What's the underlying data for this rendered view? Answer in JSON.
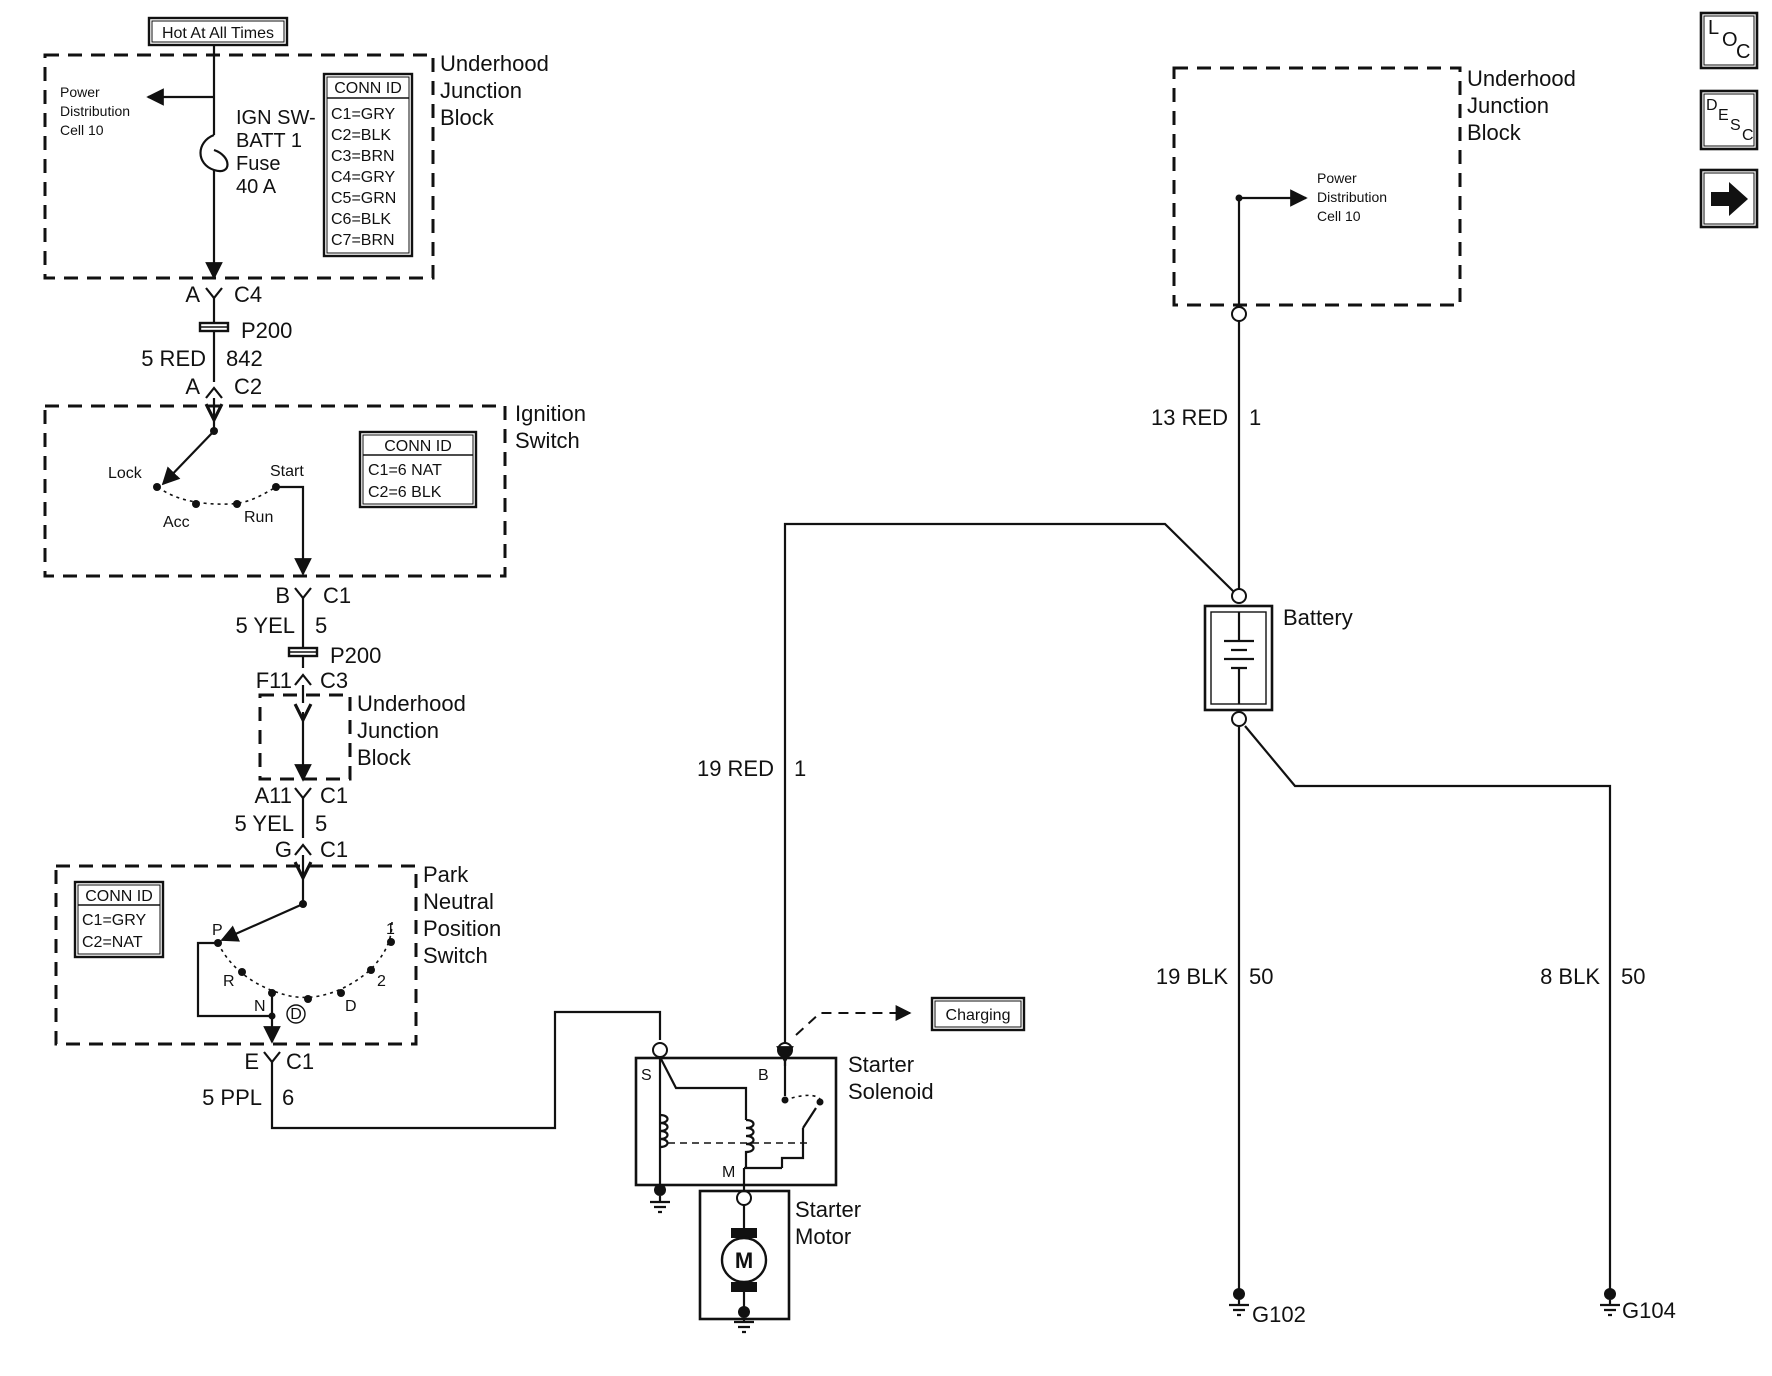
{
  "hot_label": "Hot At All Times",
  "ujb_label": [
    "Underhood",
    "Junction",
    "Block"
  ],
  "pdc_label": [
    "Power",
    "Distribution",
    "Cell 10"
  ],
  "fuse_label": [
    "IGN SW-",
    "BATT 1",
    "Fuse",
    "40 A"
  ],
  "conn_tables": {
    "ujb": {
      "title": "CONN ID",
      "rows": [
        "C1=GRY",
        "C2=BLK",
        "C3=BRN",
        "C4=GRY",
        "C5=GRN",
        "C6=BLK",
        "C7=BRN"
      ]
    },
    "ignition": {
      "title": "CONN ID",
      "rows": [
        "C1=6 NAT",
        "C2=6 BLK"
      ]
    },
    "pnp": {
      "title": "CONN ID",
      "rows": [
        "C1=GRY",
        "C2=NAT"
      ]
    }
  },
  "left_labels": {
    "c4_pin": "A",
    "c4_conn": "C4",
    "p200": "P200",
    "wire1_color": "5 RED",
    "wire1_circuit": "842",
    "c2_pin": "A",
    "c2_conn": "C2",
    "c1_pin": "B",
    "c1_conn": "C1",
    "wire2_color": "5 YEL",
    "wire2_circuit": "5",
    "p200b": "P200",
    "f11": "F11",
    "c3": "C3",
    "a11": "A11",
    "a11_conn": "C1",
    "wire3_color": "5 YEL",
    "wire3_circuit": "5",
    "g_pin": "G",
    "g_conn": "C1",
    "e_pin": "E",
    "e_conn": "C1",
    "wire4_color": "5 PPL",
    "wire4_circuit": "6"
  },
  "ignition": {
    "title": [
      "Ignition",
      "Switch"
    ],
    "positions": {
      "lock": "Lock",
      "acc": "Acc",
      "run": "Run",
      "start": "Start"
    }
  },
  "pnp": {
    "title": [
      "Park",
      "Neutral",
      "Position",
      "Switch"
    ],
    "positions": {
      "p": "P",
      "r": "R",
      "n": "N",
      "od": "D",
      "d": "D",
      "two": "2",
      "one": "1"
    }
  },
  "solenoid": {
    "title": [
      "Starter",
      "Solenoid"
    ],
    "s": "S",
    "b": "B",
    "m": "M"
  },
  "motor": {
    "title": [
      "Starter",
      "Motor"
    ],
    "symbol": "M"
  },
  "charging": "Charging",
  "battery": "Battery",
  "wires": {
    "red13_color": "13 RED",
    "red13_circuit": "1",
    "red19_color": "19 RED",
    "red19_circuit": "1",
    "blk19_color": "19 BLK",
    "blk19_circuit": "50",
    "blk8_color": "8 BLK",
    "blk8_circuit": "50"
  },
  "grounds": {
    "g102": "G102",
    "g104": "G104"
  },
  "nav": {
    "loc": {
      "a": "L",
      "b": "O",
      "c": "C"
    },
    "desc": {
      "a": "D",
      "b": "E",
      "c": "S",
      "d": "C"
    },
    "next_icon": "arrow-right-icon"
  }
}
